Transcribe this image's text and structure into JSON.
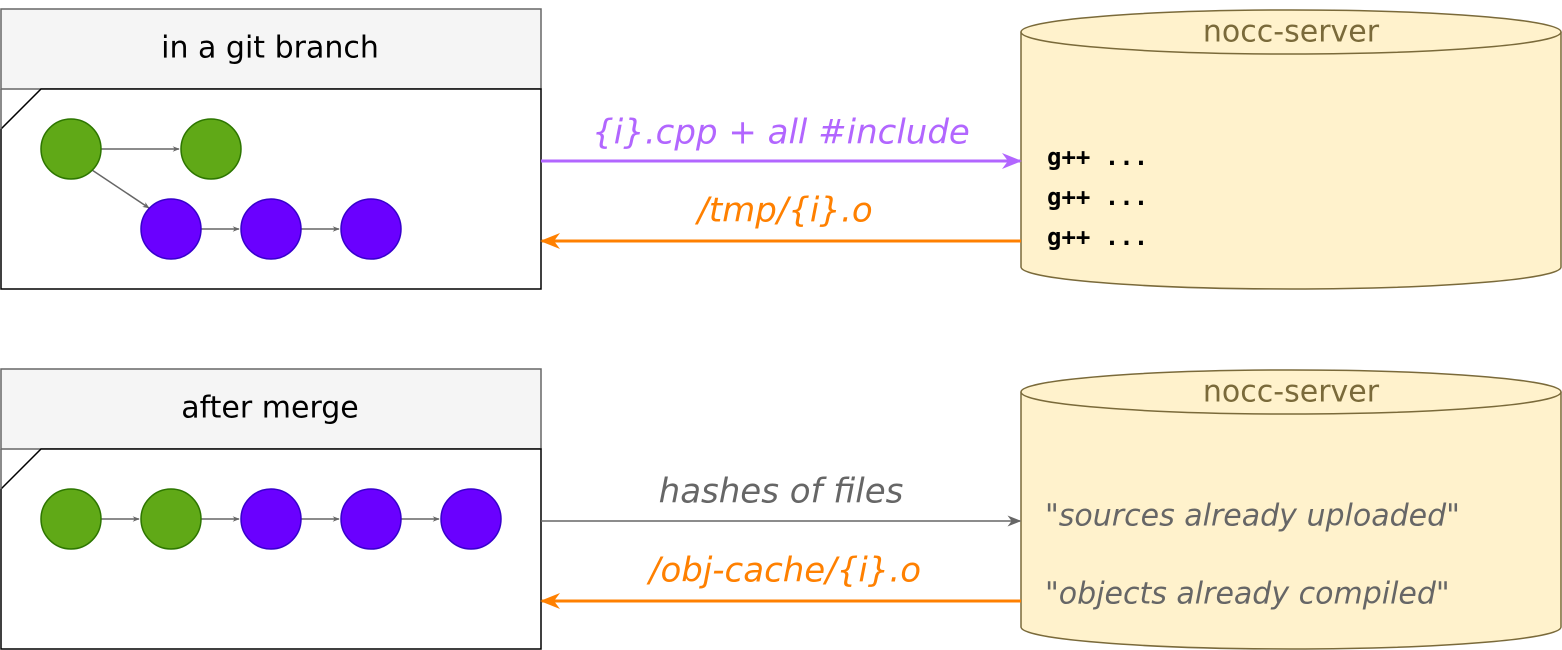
{
  "colors": {
    "green": "#60a917",
    "green_stroke": "#2d7600",
    "purple": "#6a00ff",
    "purple_stroke": "#3700cc",
    "violet_arrow": "#b266ff",
    "orange_arrow": "#ff8000",
    "gray": "#666666",
    "server_fill": "#fff2cc",
    "server_stroke": "#7a6a3a",
    "server_text": "#7a6a3a",
    "header_fill": "#f5f5f5"
  },
  "top": {
    "box_title": "in a git branch",
    "server_title": "nocc-server",
    "request_label": "{i}.cpp + all #include",
    "response_label": "/tmp/{i}.o",
    "commands": [
      "g++ ...",
      "g++ ...",
      "g++ ..."
    ]
  },
  "bottom": {
    "box_title": "after merge",
    "server_title": "nocc-server",
    "request_label": "hashes of files",
    "response_label": "/obj-cache/{i}.o",
    "messages": [
      "\"sources already uploaded\"",
      "\"objects already compiled\""
    ]
  }
}
